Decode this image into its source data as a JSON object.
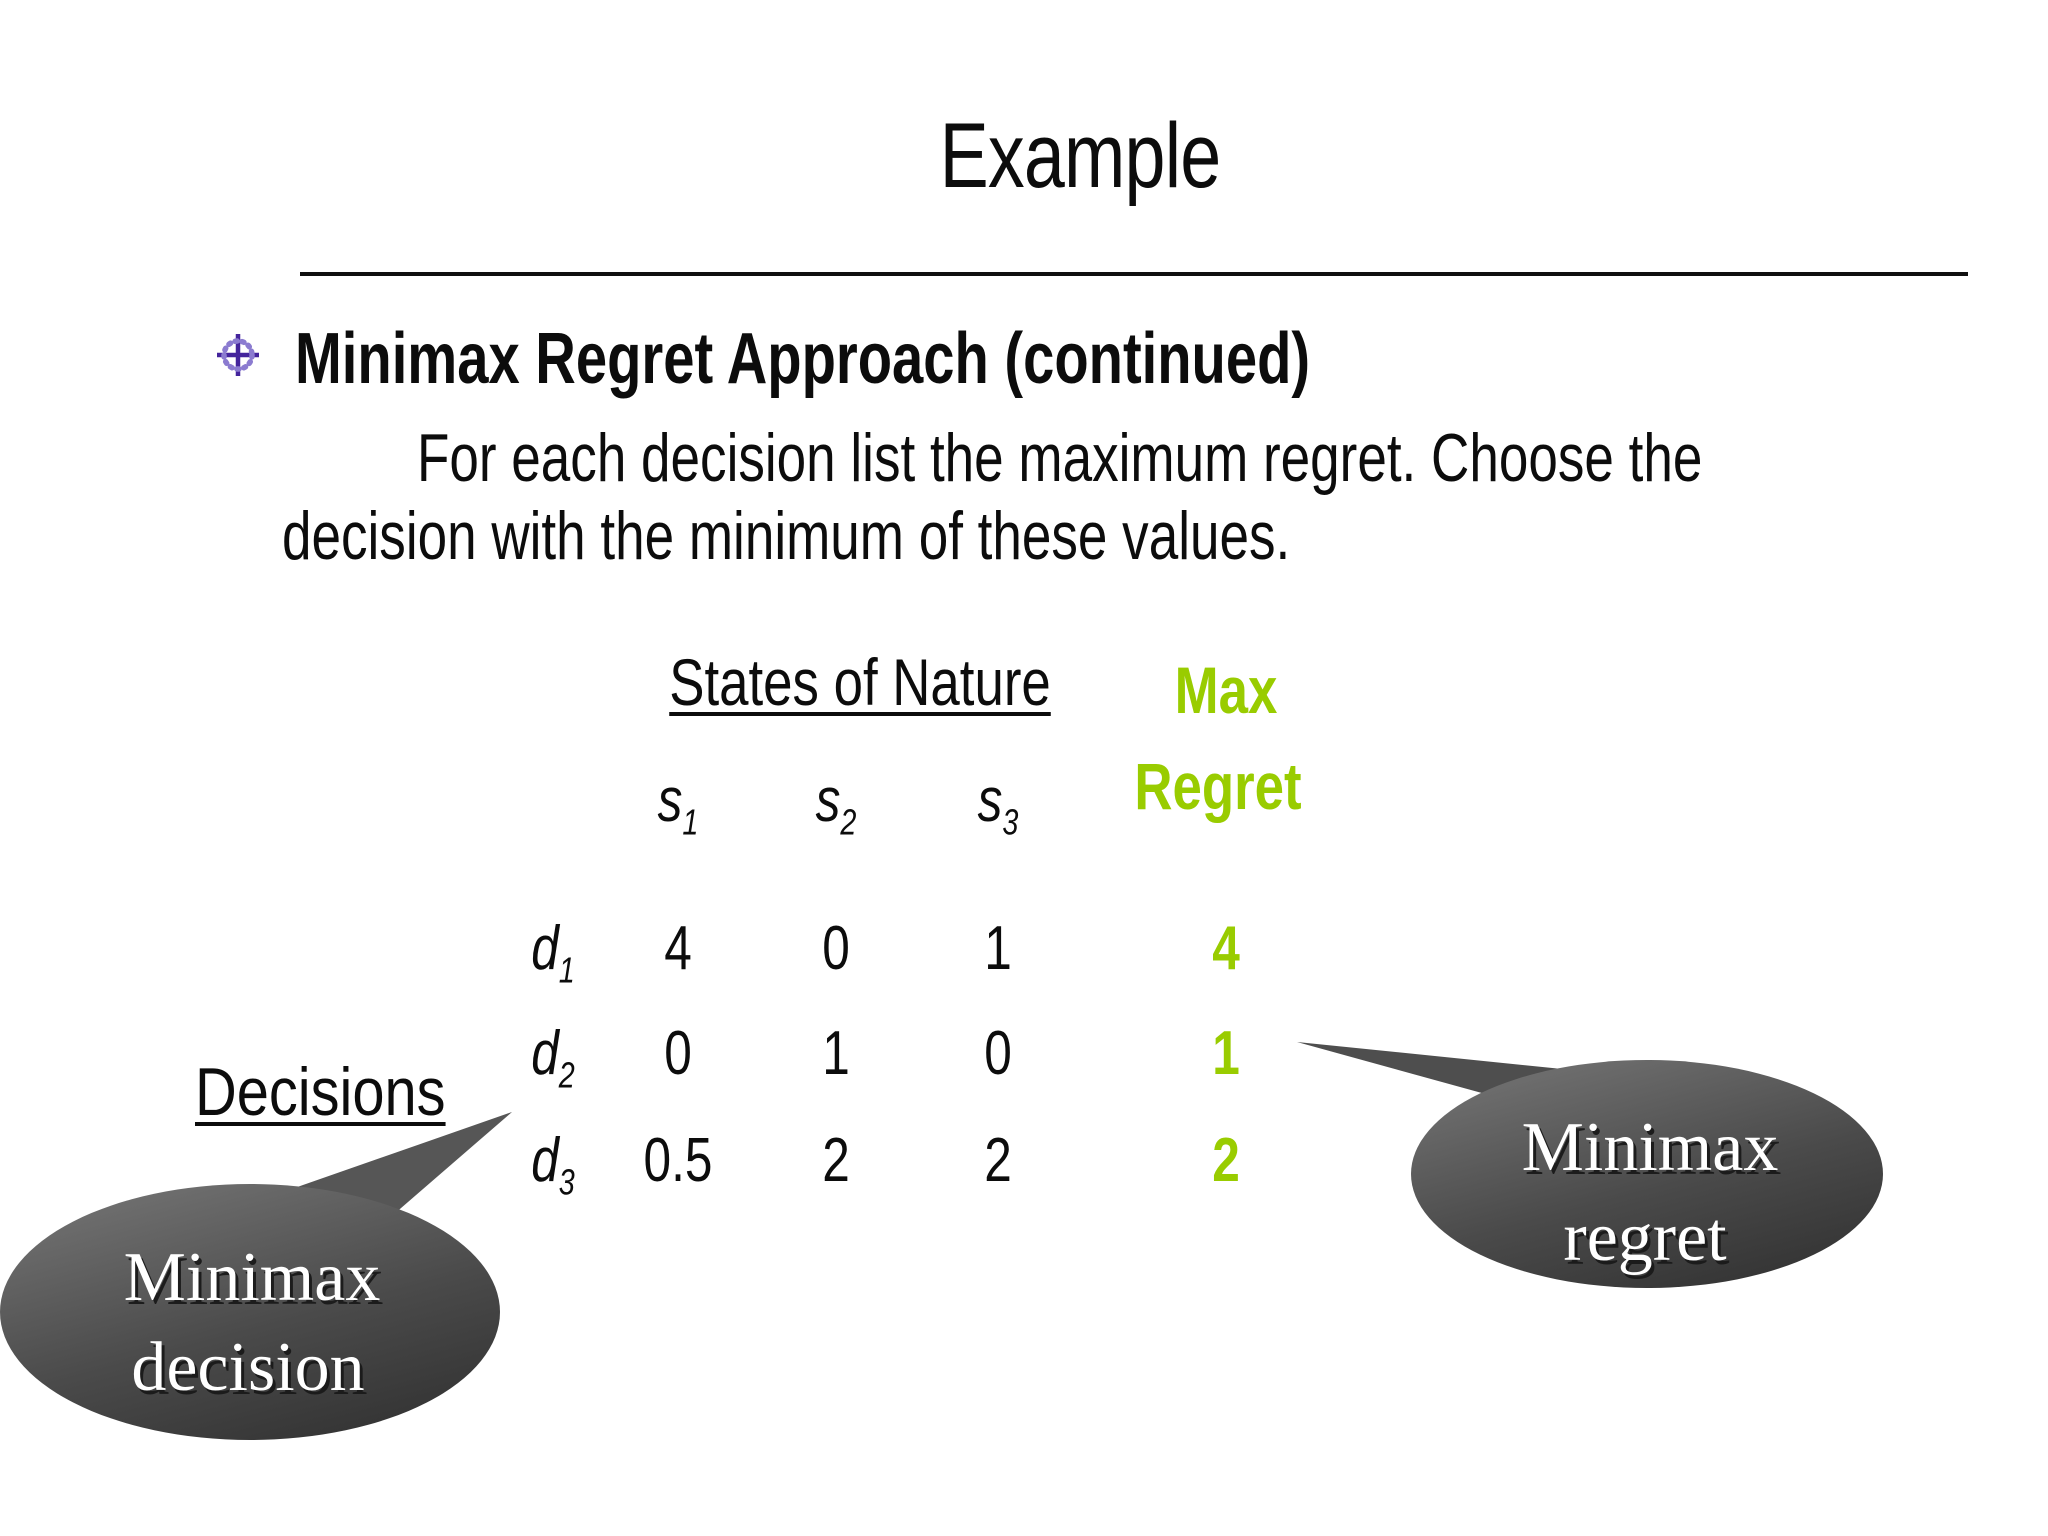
{
  "slide": {
    "title": "Example",
    "bullet_icon": "crosshair-icon",
    "bullet_heading": "Minimax Regret Approach (continued)",
    "body_line1": "For each decision list the maximum regret.  Choose the",
    "body_line2": "decision with the minimum of these values."
  },
  "table": {
    "column_group_header": "States of Nature",
    "max_regret_header_line1": "Max",
    "max_regret_header_line2": "Regret",
    "row_axis_label": "Decisions",
    "state_headers": [
      {
        "base": "s",
        "sub": "1"
      },
      {
        "base": "s",
        "sub": "2"
      },
      {
        "base": "s",
        "sub": "3"
      }
    ],
    "rows": [
      {
        "d_base": "d",
        "d_sub": "1",
        "values": [
          "4",
          "0",
          "1"
        ],
        "max_regret": "4"
      },
      {
        "d_base": "d",
        "d_sub": "2",
        "values": [
          "0",
          "1",
          "0"
        ],
        "max_regret": "1"
      },
      {
        "d_base": "d",
        "d_sub": "3",
        "values": [
          "0.5",
          "2",
          "2"
        ],
        "max_regret": "2"
      }
    ]
  },
  "callouts": {
    "left": {
      "line1": "Minimax",
      "line2": "decision"
    },
    "right": {
      "line1": "Minimax",
      "line2": "regret"
    }
  },
  "colors": {
    "accent_green": "#99cc00",
    "bullet_purple": "#44249c",
    "bullet_purple_light": "#8b7bd0",
    "callout_gray_light": "#787878",
    "callout_gray_dark": "#2e2e2e",
    "text_black": "#0c0c0c"
  }
}
